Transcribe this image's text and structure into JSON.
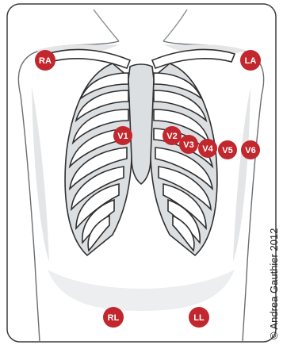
{
  "diagram": {
    "electrodes": [
      {
        "id": "ra",
        "label": "RA"
      },
      {
        "id": "la",
        "label": "LA"
      },
      {
        "id": "v1",
        "label": "V1"
      },
      {
        "id": "v2",
        "label": "V2"
      },
      {
        "id": "v3",
        "label": "V3"
      },
      {
        "id": "v4",
        "label": "V4"
      },
      {
        "id": "v5",
        "label": "V5"
      },
      {
        "id": "v6",
        "label": "V6"
      },
      {
        "id": "rl",
        "label": "RL"
      },
      {
        "id": "ll",
        "label": "LL"
      }
    ],
    "copyright": "© Andrea Gauthier 2012"
  },
  "colors": {
    "electrode_fill": "#c1272d",
    "electrode_text": "#ffffff",
    "body_stroke": "#5a5a5a",
    "rib_fill": "#ffffff",
    "rib_stroke": "#2f2f2f",
    "skin_shadow": "#d9dbdd",
    "sternum_fill": "#dcdfe2"
  }
}
